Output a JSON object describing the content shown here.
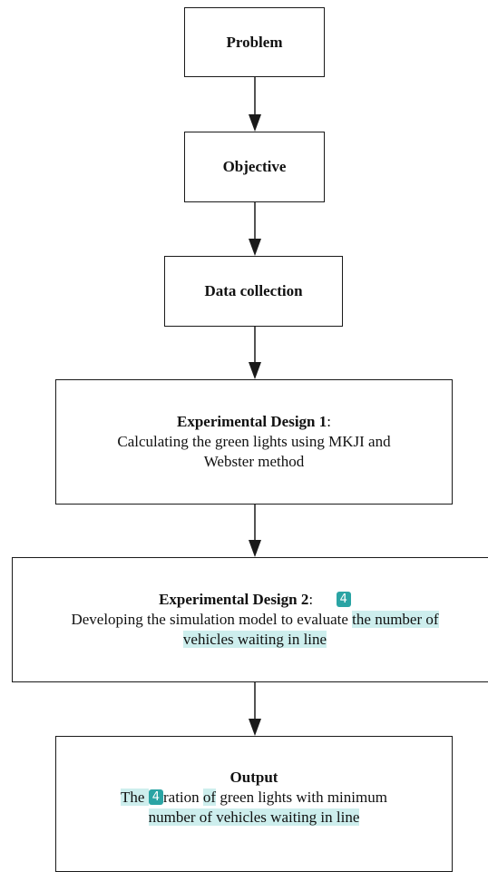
{
  "flowchart": {
    "problem": "Problem",
    "objective": "Objective",
    "data_collection": "Data collection",
    "exp1": {
      "title": "Experimental Design 1",
      "colon": ":",
      "line1": "Calculating the green lights using MKJI and",
      "line2": "Webster method"
    },
    "exp2": {
      "title": "Experimental Design 2",
      "colon": ":",
      "badge": "4",
      "line1_plain": "Developing the simulation model to evaluate ",
      "line1_hl": "the number of",
      "line2_hl": "vehicles waiting in line"
    },
    "output": {
      "title": "Output",
      "line1_hl_a": "The ",
      "badge": "4",
      "line1_mid": "ration ",
      "line1_hl_b": "of",
      "line1_rest": " green lights with minimum",
      "line2_hl": "number of vehicles waiting in line"
    }
  },
  "colors": {
    "highlight": "#cdeeed",
    "badge": "#2aa4a4",
    "stroke": "#1a1a1a"
  }
}
